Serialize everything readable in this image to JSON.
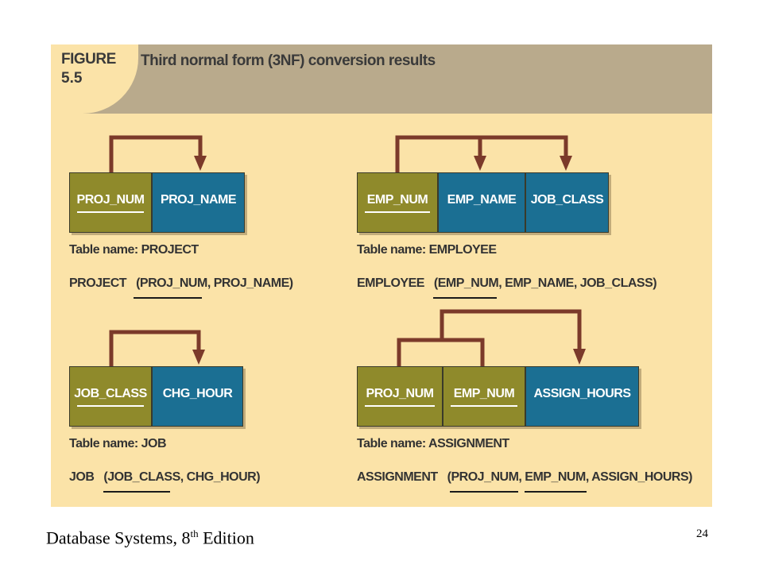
{
  "figure": {
    "label": "FIGURE",
    "number": "5.5",
    "title": "Third normal form (3NF) conversion results"
  },
  "tables": {
    "project": {
      "attributes": [
        "PROJ_NUM",
        "PROJ_NAME"
      ],
      "table_name": "Table name: PROJECT",
      "schema": {
        "name": "PROJECT",
        "open": "(",
        "parts": [
          "PROJ_NUM",
          ", PROJ_NAME",
          ")"
        ]
      }
    },
    "employee": {
      "attributes": [
        "EMP_NUM",
        "EMP_NAME",
        "JOB_CLASS"
      ],
      "table_name": "Table name: EMPLOYEE",
      "schema": {
        "name": "EMPLOYEE",
        "open": "(",
        "parts": [
          "EMP_NUM",
          ", EMP_NAME, JOB_CLASS",
          ")"
        ]
      }
    },
    "job": {
      "attributes": [
        "JOB_CLASS",
        "CHG_HOUR"
      ],
      "table_name": "Table name: JOB",
      "schema": {
        "name": "JOB",
        "open": "(",
        "parts": [
          "JOB_CLASS",
          ", CHG_HOUR",
          ")"
        ]
      }
    },
    "assignment": {
      "attributes": [
        "PROJ_NUM",
        "EMP_NUM",
        "ASSIGN_HOURS"
      ],
      "table_name": "Table name: ASSIGNMENT",
      "schema": {
        "name": "ASSIGNMENT",
        "open": "(",
        "parts": [
          "PROJ_NUM",
          ", ",
          "EMP_NUM",
          ", ASSIGN_HOURS",
          ")"
        ]
      }
    }
  },
  "colors": {
    "key_attribute": "#8f8a2b",
    "nonkey_attribute": "#1b6f93",
    "dependency_arrow": "#7b3a2a",
    "panel_background": "#fbe3a8",
    "header_background": "#b9aa8c"
  },
  "footer": {
    "book_prefix": "Database Systems, 8",
    "edition_sup": "th",
    "edition_suffix": " Edition",
    "page_number": "24"
  }
}
